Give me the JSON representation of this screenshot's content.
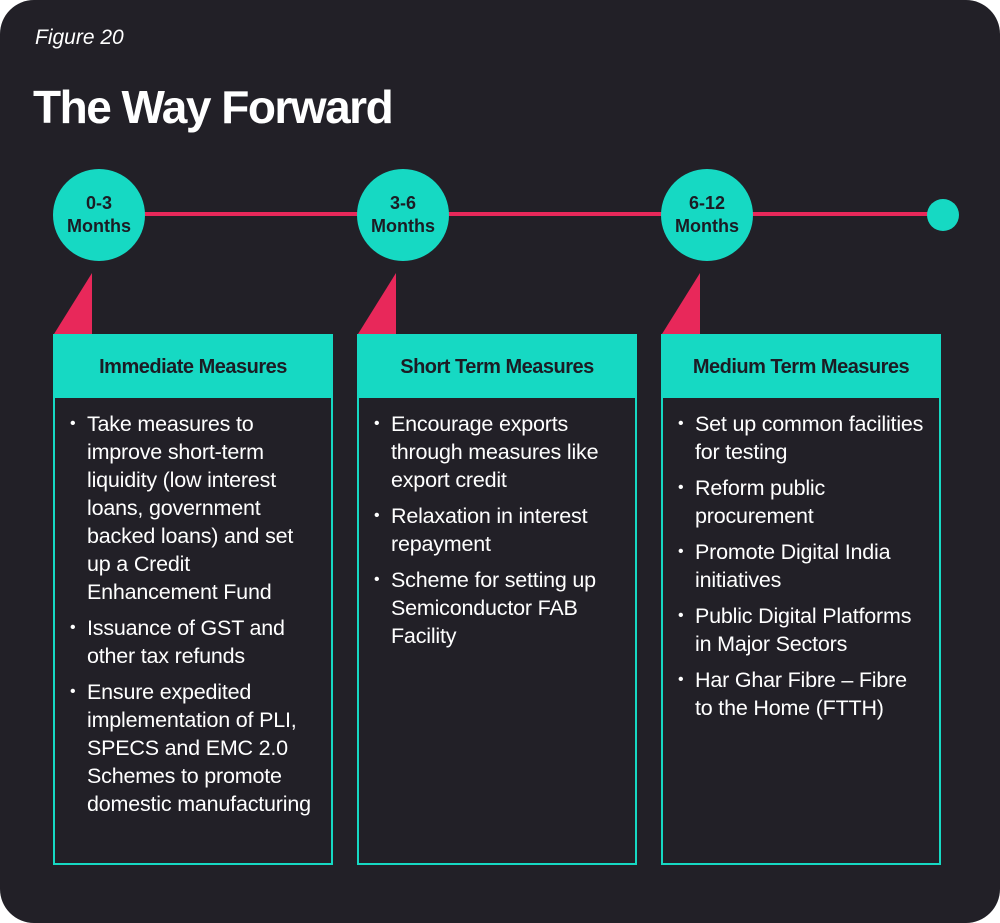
{
  "figure_label": "Figure 20",
  "title": "The Way Forward",
  "colors": {
    "background": "#222027",
    "accent_teal": "#16d9c3",
    "accent_red": "#e8285a",
    "text": "#ffffff"
  },
  "stages": [
    {
      "period_line1": "0-3",
      "period_line2": "Months",
      "heading": "Immediate Measures",
      "items": [
        "Take measures to improve short-term liquidity (low interest loans, government backed loans) and set up a Credit Enhancement Fund",
        "Issuance of GST and other tax refunds",
        "Ensure expedited implementation of PLI, SPECS and EMC 2.0 Schemes to promote domestic manufacturing"
      ]
    },
    {
      "period_line1": "3-6",
      "period_line2": "Months",
      "heading": "Short Term Measures",
      "items": [
        "Encourage exports through measures like export credit",
        "Relaxation in interest repayment",
        "Scheme for setting up Semiconductor FAB Facility"
      ]
    },
    {
      "period_line1": "6-12",
      "period_line2": "Months",
      "heading": "Medium Term Measures",
      "items": [
        "Set up common facilities for testing",
        "Reform public procurement",
        "Promote Digital India initiatives",
        "Public Digital Platforms in Major Sectors",
        "Har Ghar Fibre – Fibre to the Home (FTTH)"
      ]
    }
  ]
}
